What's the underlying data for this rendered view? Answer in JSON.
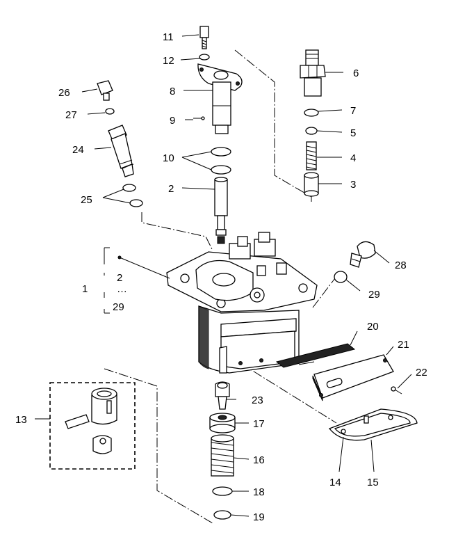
{
  "diagram": {
    "callouts": [
      {
        "id": "c11",
        "text": "11"
      },
      {
        "id": "c12",
        "text": "12"
      },
      {
        "id": "c8",
        "text": "8"
      },
      {
        "id": "c9",
        "text": "9"
      },
      {
        "id": "c10",
        "text": "10"
      },
      {
        "id": "c2",
        "text": "2"
      },
      {
        "id": "c26",
        "text": "26"
      },
      {
        "id": "c27",
        "text": "27"
      },
      {
        "id": "c24",
        "text": "24"
      },
      {
        "id": "c25",
        "text": "25"
      },
      {
        "id": "c6",
        "text": "6"
      },
      {
        "id": "c7",
        "text": "7"
      },
      {
        "id": "c5",
        "text": "5"
      },
      {
        "id": "c4",
        "text": "4"
      },
      {
        "id": "c3",
        "text": "3"
      },
      {
        "id": "c28",
        "text": "28"
      },
      {
        "id": "c29",
        "text": "29"
      },
      {
        "id": "c1",
        "text": "1"
      },
      {
        "id": "c1a",
        "text": "2"
      },
      {
        "id": "c1b",
        "text": "…"
      },
      {
        "id": "c1c",
        "text": "29"
      },
      {
        "id": "c20",
        "text": "20"
      },
      {
        "id": "c21",
        "text": "21"
      },
      {
        "id": "c22",
        "text": "22"
      },
      {
        "id": "c13",
        "text": "13"
      },
      {
        "id": "c23",
        "text": "23"
      },
      {
        "id": "c17",
        "text": "17"
      },
      {
        "id": "c16",
        "text": "16"
      },
      {
        "id": "c18",
        "text": "18"
      },
      {
        "id": "c19",
        "text": "19"
      },
      {
        "id": "c14",
        "text": "14"
      },
      {
        "id": "c15",
        "text": "15"
      }
    ]
  }
}
